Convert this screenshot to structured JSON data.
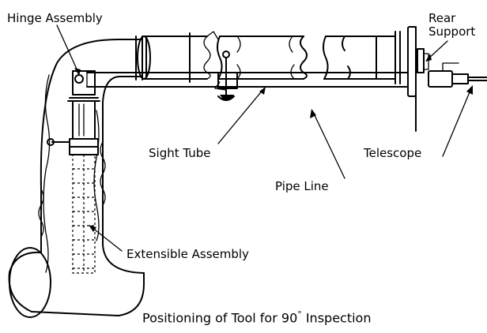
{
  "labels": {
    "hinge_assembly": "Hinge Assembly",
    "rear_support_line1": "Rear",
    "rear_support_line2": "Support",
    "sight_tube": "Sight Tube",
    "telescope": "Telescope",
    "pipe_line": "Pipe Line",
    "extensible_assembly": "Extensible Assembly"
  },
  "caption": {
    "text_before": "Positioning of Tool for 90",
    "degree": "°",
    "text_after": " Inspection"
  }
}
